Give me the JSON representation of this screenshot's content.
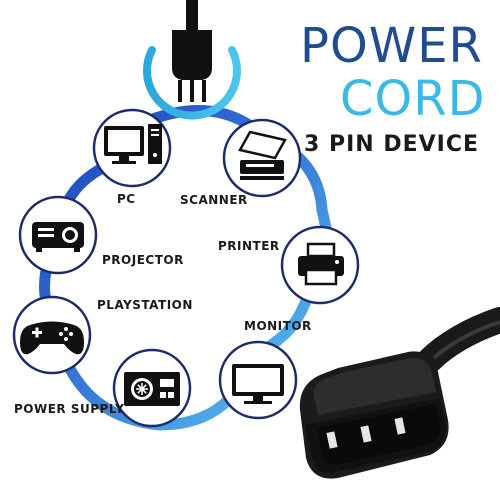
{
  "title": {
    "line1": "POWER",
    "line2": "CORD",
    "subtitle": "3 PIN DEVICE"
  },
  "devices": [
    {
      "label": "PC",
      "icon": "desktop-computer-icon"
    },
    {
      "label": "SCANNER",
      "icon": "scanner-icon"
    },
    {
      "label": "PROJECTOR",
      "icon": "projector-icon"
    },
    {
      "label": "PRINTER",
      "icon": "printer-icon"
    },
    {
      "label": "PLAYSTATION",
      "icon": "gamepad-icon"
    },
    {
      "label": "MONITOR",
      "icon": "monitor-icon"
    },
    {
      "label": "POWER SUPPLY",
      "icon": "power-supply-icon"
    }
  ],
  "colors": {
    "title_dark": "#1f4d8f",
    "title_light": "#3cb8e8",
    "ring_dark": "#1c3fb8",
    "ring_light": "#5fd0f0",
    "circle_border": "#1f2a6b",
    "icon": "#111111"
  }
}
